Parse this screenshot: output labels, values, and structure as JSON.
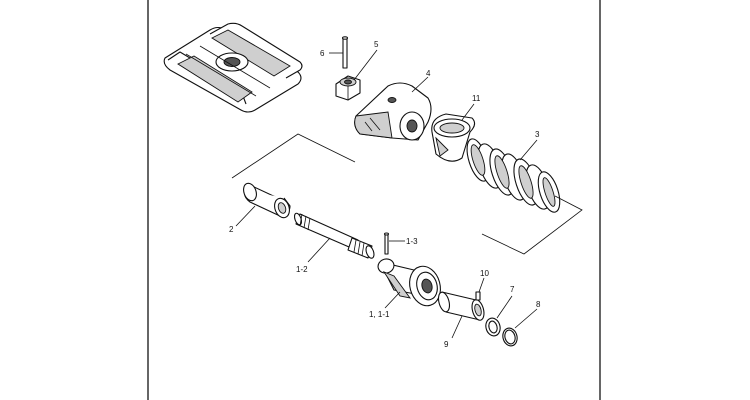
{
  "diagram": {
    "frame_color": "#000000",
    "callouts": {
      "c1": "6",
      "c2": "5",
      "c3": "4",
      "c4": "11",
      "c5": "3",
      "c6": "2",
      "c7": "1-3",
      "c8": "1-2",
      "c9": "10",
      "c10": "7",
      "c11": "8",
      "c12": "1, 1-1",
      "c13": "9"
    }
  }
}
